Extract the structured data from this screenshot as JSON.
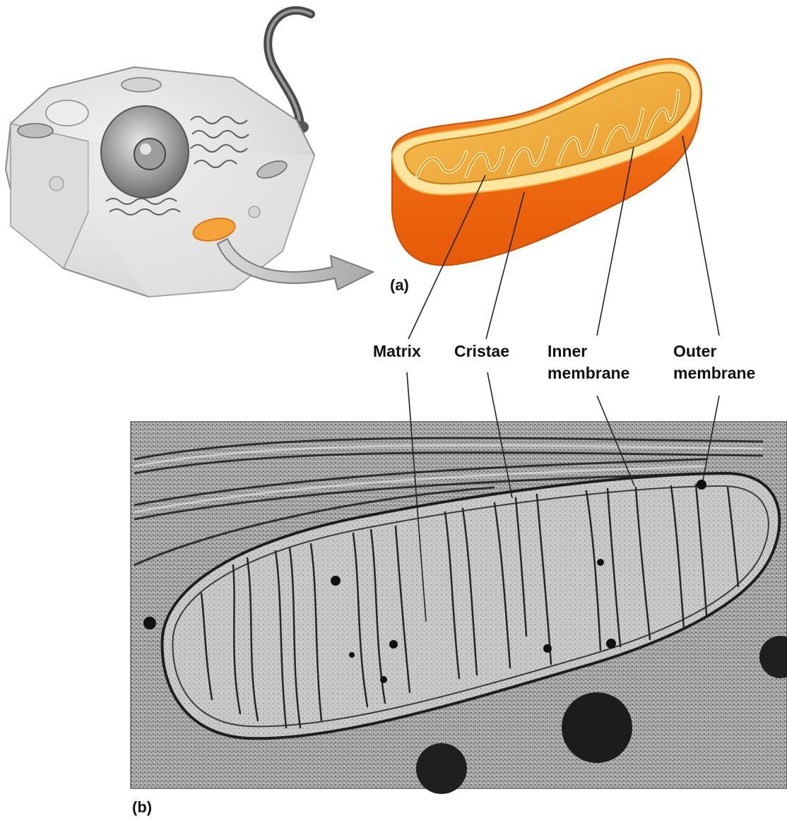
{
  "panels": {
    "a": "(a)",
    "b": "(b)"
  },
  "labels": {
    "matrix": "Matrix",
    "cristae": "Cristae",
    "inner_membrane": [
      "Inner",
      "membrane"
    ],
    "outer_membrane": [
      "Outer",
      "membrane"
    ]
  },
  "colors": {
    "mito_outer": "#ef6a12",
    "mito_outer_light": "#f9a233",
    "mito_inner": "#f5b43a",
    "mito_edge": "#fde7a0",
    "cell_gray": "#c8c8c8",
    "micrograph_bg": "#9a9a9a",
    "micrograph_dark": "#2a2a2a",
    "arrow_gray": "#c7c7c7"
  },
  "icons": {
    "cell": "eukaryotic-cell-icon",
    "arrow": "curved-arrow-icon"
  }
}
